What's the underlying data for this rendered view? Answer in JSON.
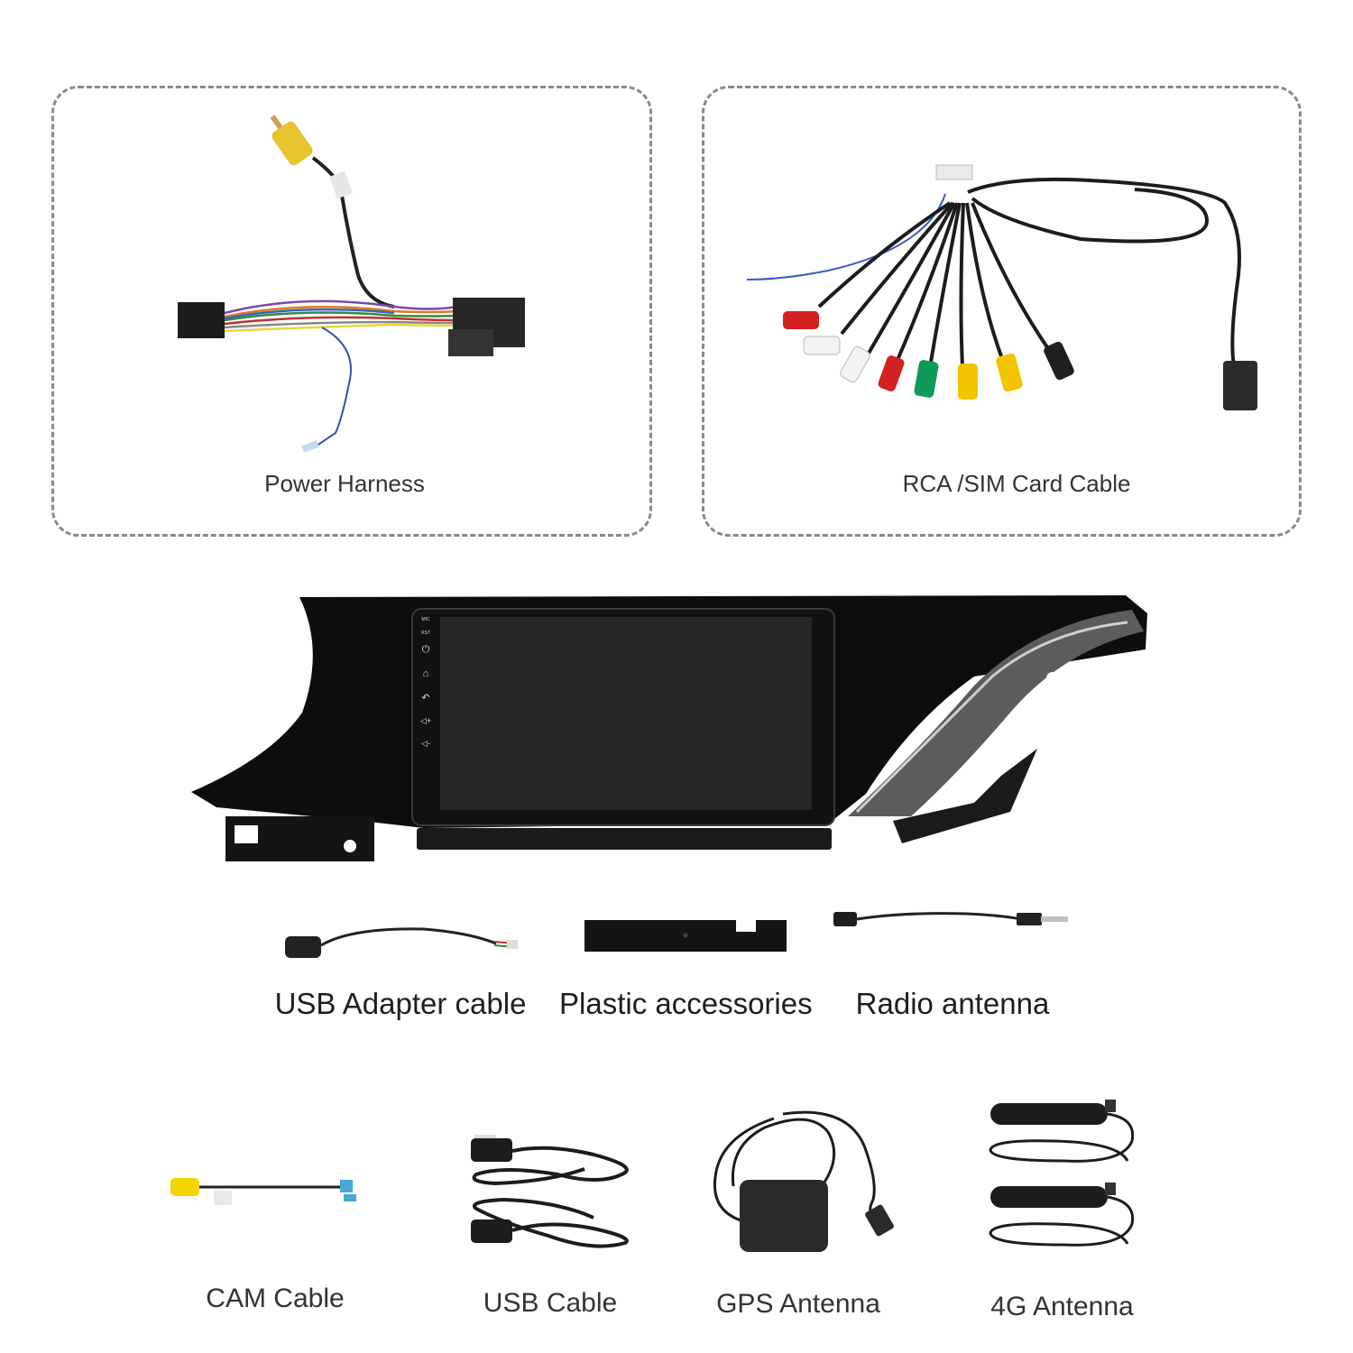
{
  "items": {
    "power_harness": "Power Harness",
    "rca_sim_cable": "RCA /SIM Card Cable",
    "usb_adapter_cable": "USB Adapter cable",
    "plastic_accessories": "Plastic accessories",
    "radio_antenna": "Radio antenna",
    "cam_cable": "CAM Cable",
    "usb_cable": "USB Cable",
    "gps_antenna": "GPS Antenna",
    "antenna_4g": "4G Antenna"
  },
  "stereo": {
    "buttons": [
      "MIC",
      "RST"
    ]
  },
  "colors": {
    "border": "#8a8a8a",
    "rca_red": "#d32020",
    "rca_white": "#f2f2f2",
    "rca_yellow": "#f2c400",
    "rca_green": "#0e9a5a"
  }
}
